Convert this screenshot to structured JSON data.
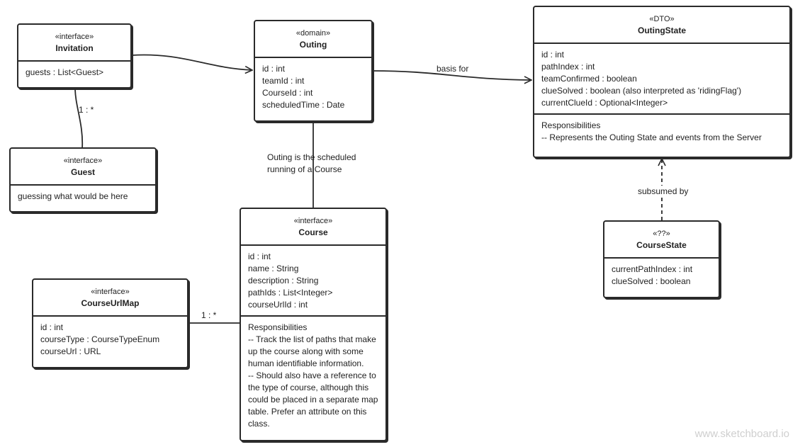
{
  "classes": {
    "invitation": {
      "stereotype": "«interface»",
      "name": "Invitation",
      "attributes": [
        "guests : List<Guest>"
      ]
    },
    "guest": {
      "stereotype": "«interface»",
      "name": "Guest",
      "attributes": [
        "guessing what would be here"
      ]
    },
    "outing": {
      "stereotype": "«domain»",
      "name": "Outing",
      "attributes": [
        "id : int",
        "teamId : int",
        "CourseId : int",
        "scheduledTime : Date"
      ]
    },
    "course": {
      "stereotype": "«interface»",
      "name": "Course",
      "attributes": [
        "id : int",
        "name : String",
        "description : String",
        "pathIds : List<Integer>",
        "courseUrlId : int"
      ],
      "responsibilities": [
        "Responsibilities",
        "-- Track the list of paths that make up the course along with some human identifiable information.",
        "-- Should also have a reference to the type of course, although this could be placed in a separate map table. Prefer an attribute on this class."
      ]
    },
    "course_url_map": {
      "stereotype": "«interface»",
      "name": "CourseUrlMap",
      "attributes": [
        "id : int",
        "courseType : CourseTypeEnum",
        "courseUrl : URL"
      ]
    },
    "outing_state": {
      "stereotype": "«DTO»",
      "name": "OutingState",
      "attributes": [
        "id : int",
        "pathIndex : int",
        "teamConfirmed : boolean",
        "clueSolved : boolean (also interpreted as 'ridingFlag')",
        "currentClueId : Optional<Integer>"
      ],
      "responsibilities": [
        "Responsibilities",
        "-- Represents the Outing State and events from the Server"
      ]
    },
    "course_state": {
      "stereotype": "«??»",
      "name": "CourseState",
      "attributes": [
        "currentPathIndex : int",
        "clueSolved : boolean"
      ]
    }
  },
  "connectors": {
    "invitation_guest": "1 : *",
    "outing_course": [
      "Outing is the scheduled",
      "running of a Course"
    ],
    "outing_outingstate": "basis for",
    "coursestate_outingstate": "subsumed by",
    "courseurlmap_course": "1 : *"
  },
  "watermark": "www.sketchboard.io"
}
